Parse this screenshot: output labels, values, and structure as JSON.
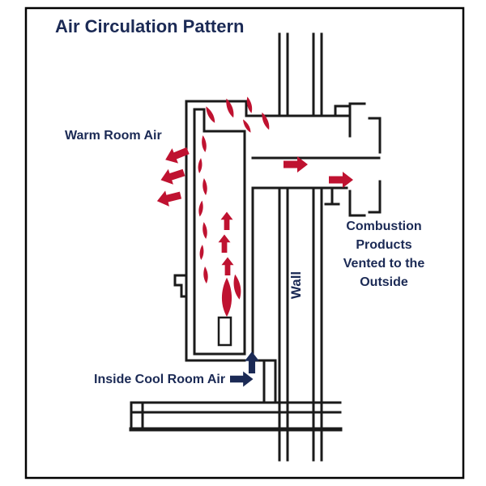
{
  "title": "Air Circulation Pattern",
  "labels": {
    "warm_room_air": "Warm Room Air",
    "wall": "Wall",
    "inside_cool_room_air": "Inside Cool Room Air",
    "combustion_lines": [
      "Combustion",
      "Products",
      "Vented to the",
      "Outside"
    ]
  },
  "colors": {
    "line": "#1a1a1a",
    "flame_red": "#bf1230",
    "navy": "#1b2a55",
    "background": "#ffffff"
  }
}
